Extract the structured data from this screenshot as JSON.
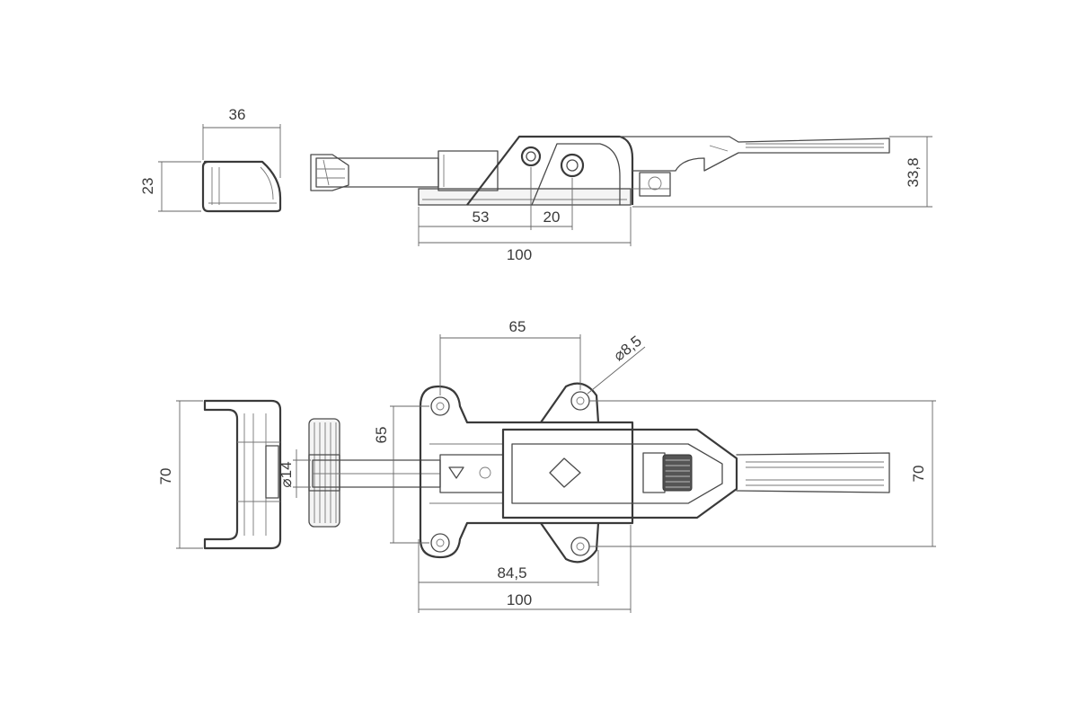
{
  "dimensions": {
    "side_width": "36",
    "side_height": "23",
    "offset_53": "53",
    "offset_20": "20",
    "base_length_top": "100",
    "height_33_8": "33,8",
    "hole_spacing_65_h": "65",
    "hole_diameter": "⌀8,5",
    "hole_spacing_65_v": "65",
    "width_70_left": "70",
    "width_70_right": "70",
    "pin_diameter": "⌀14",
    "distance_84_5": "84,5",
    "base_length_bottom": "100"
  },
  "colors": {
    "line": "#4a4a4a",
    "dimension": "#666666",
    "text": "#3a3a3a"
  }
}
